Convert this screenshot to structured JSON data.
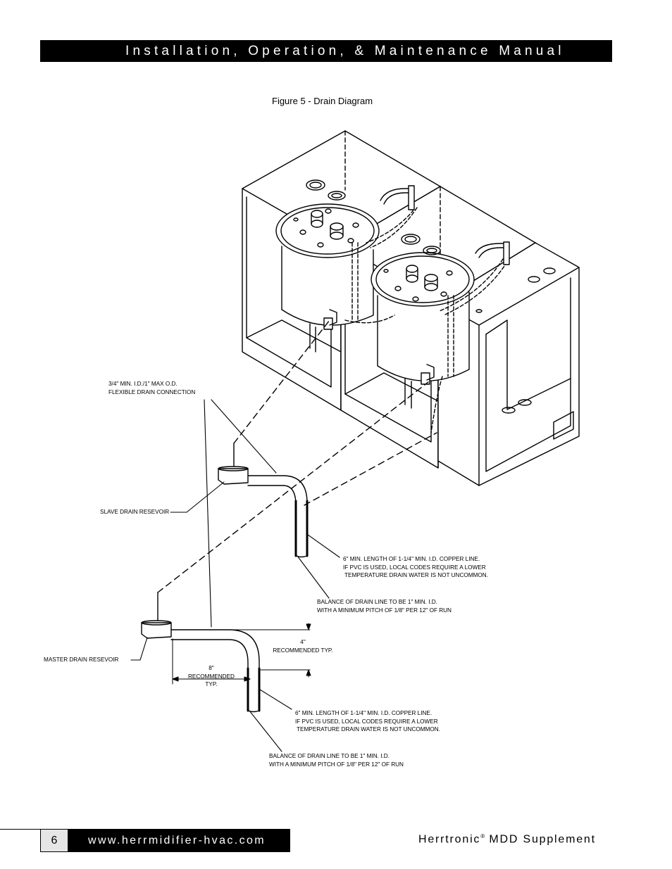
{
  "header": {
    "title": "Installation, Operation, & Maintenance Manual"
  },
  "figure": {
    "caption": "Figure 5 - Drain Diagram"
  },
  "labels": {
    "flex_conn": [
      "3/4\" MIN. I.D./1\" MAX O.D.",
      "FLEXIBLE DRAIN CONNECTION"
    ],
    "slave_res": "SLAVE DRAIN RESEVOIR",
    "copper_upper": [
      "6\" MIN. LENGTH OF 1-1/4\" MIN. I.D. COPPER LINE.",
      "IF PVC IS USED, LOCAL CODES REQUIRE A LOWER",
      "TEMPERATURE DRAIN WATER IS NOT UNCOMMON."
    ],
    "balance_upper": [
      "BALANCE OF DRAIN LINE TO BE 1\" MIN. I.D.",
      "WITH A MINIMUM PITCH OF 1/8\" PER 12\" OF RUN"
    ],
    "four_in": [
      "4\"",
      "RECOMMENDED TYP."
    ],
    "master_res": "MASTER DRAIN RESEVOIR",
    "eight_in": [
      "8\"",
      "RECOMMENDED",
      "TYP."
    ],
    "copper_lower": [
      "6\" MIN. LENGTH OF 1-1/4\" MIN. I.D. COPPER LINE.",
      "IF PVC IS USED, LOCAL CODES REQUIRE A LOWER",
      "TEMPERATURE DRAIN WATER IS NOT UNCOMMON."
    ],
    "balance_lower": [
      "BALANCE OF DRAIN LINE TO BE 1\" MIN. I.D.",
      "WITH A MINIMUM PITCH OF 1/8\" PER 12\" OF RUN"
    ]
  },
  "footer": {
    "page_number": "6",
    "website": "www.herrmidifier-hvac.com",
    "brand": "Herrtronic",
    "registered": "®",
    "supplement": "MDD Supplement"
  }
}
